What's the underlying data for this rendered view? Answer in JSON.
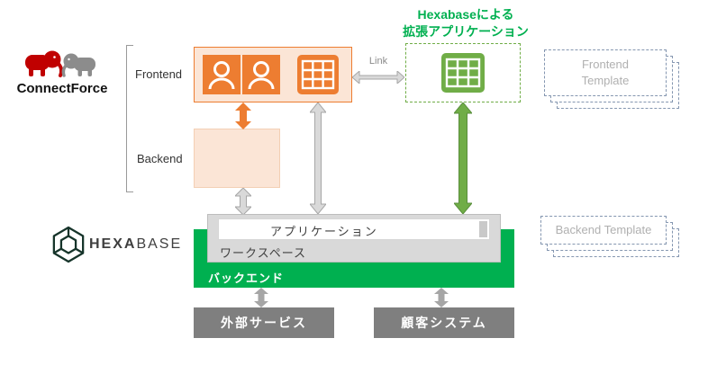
{
  "header": {
    "title_line1": "Hexabaseによる",
    "title_line2": "拡張アプリケーション"
  },
  "connectforce": {
    "brand": "ConnectForce",
    "frontend_label": "Frontend",
    "backend_label": "Backend"
  },
  "link": {
    "label": "Link"
  },
  "hexabase": {
    "brand_hexa": "HEXA",
    "brand_base": "BASE",
    "application_label": "アプリケーション",
    "workspace_label": "ワークスペース",
    "backend_band_label": "バックエンド"
  },
  "external": {
    "external_service": "外部サービス",
    "customer_system": "顧客システム"
  },
  "templates": {
    "frontend_line1": "Frontend",
    "frontend_line2": "Template",
    "backend_label": "Backend Template"
  },
  "icons": {
    "user": "user-icon",
    "table": "table-grid-icon",
    "elephants": "connectforce-elephants-logo",
    "hexagon": "hexabase-hexagon-logo"
  },
  "colors": {
    "orange": "#ed7d31",
    "peach": "#fbe5d6",
    "green_accent": "#00b050",
    "green_icon": "#70ad47",
    "gray_box": "#7f7f7f"
  }
}
